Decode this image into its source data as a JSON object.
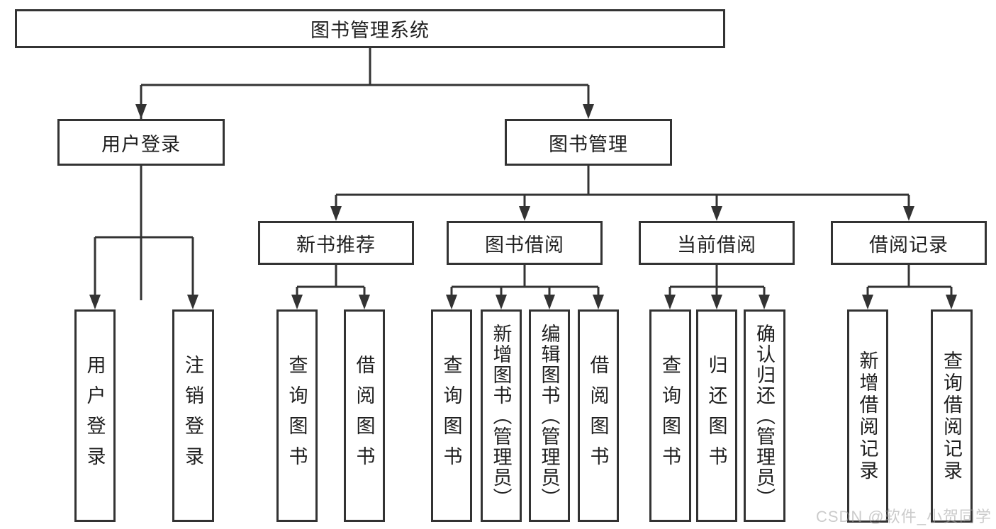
{
  "diagram": {
    "root": {
      "label": "图书管理系统"
    },
    "level2": [
      {
        "label": "用户登录"
      },
      {
        "label": "图书管理"
      }
    ],
    "level3": [
      {
        "label": "新书推荐"
      },
      {
        "label": "图书借阅"
      },
      {
        "label": "当前借阅"
      },
      {
        "label": "借阅记录"
      }
    ],
    "leaves": [
      {
        "label": "用户登录"
      },
      {
        "label": "注销登录"
      },
      {
        "label": "查询图书"
      },
      {
        "label": "借阅图书"
      },
      {
        "label": "查询图书"
      },
      {
        "label": "新增图书（管理员）"
      },
      {
        "label": "编辑图书（管理员）"
      },
      {
        "label": "借阅图书"
      },
      {
        "label": "查询图书"
      },
      {
        "label": "归还图书"
      },
      {
        "label": "确认归还（管理员）"
      },
      {
        "label": "新增借阅记录"
      },
      {
        "label": "查询借阅记录"
      }
    ]
  },
  "watermark": {
    "text": "CSDN @软件_小贺同学"
  },
  "colors": {
    "line": "#333333",
    "text": "#1f1f1f",
    "background": "#ffffff",
    "watermark_gray": "#c8c8c8"
  }
}
